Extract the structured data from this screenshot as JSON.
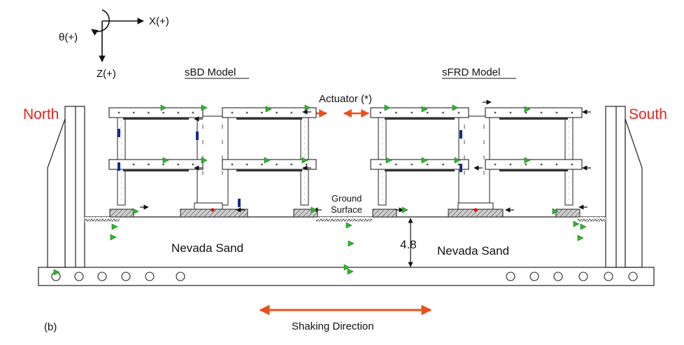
{
  "axes": {
    "x_label": "X(+)",
    "theta_label": "θ(+)",
    "z_label": "Z(+)"
  },
  "models": {
    "left": "sBD Model",
    "right": "sFRD Model"
  },
  "ends": {
    "north": "North",
    "south": "South"
  },
  "actuator": "Actuator (*)",
  "ground_surface": [
    "Ground",
    "Surface"
  ],
  "soil": {
    "left": "Nevada Sand",
    "right": "Nevada Sand"
  },
  "depth": "4.8",
  "shaking": "Shaking Direction",
  "panel": "(b)",
  "colors": {
    "arrow_red": "#e8501e",
    "label_red": "#e5241b",
    "marker_green": "#2db82d",
    "bearing_blue": "#1a2a8a",
    "footing_hatch": "#555555"
  }
}
